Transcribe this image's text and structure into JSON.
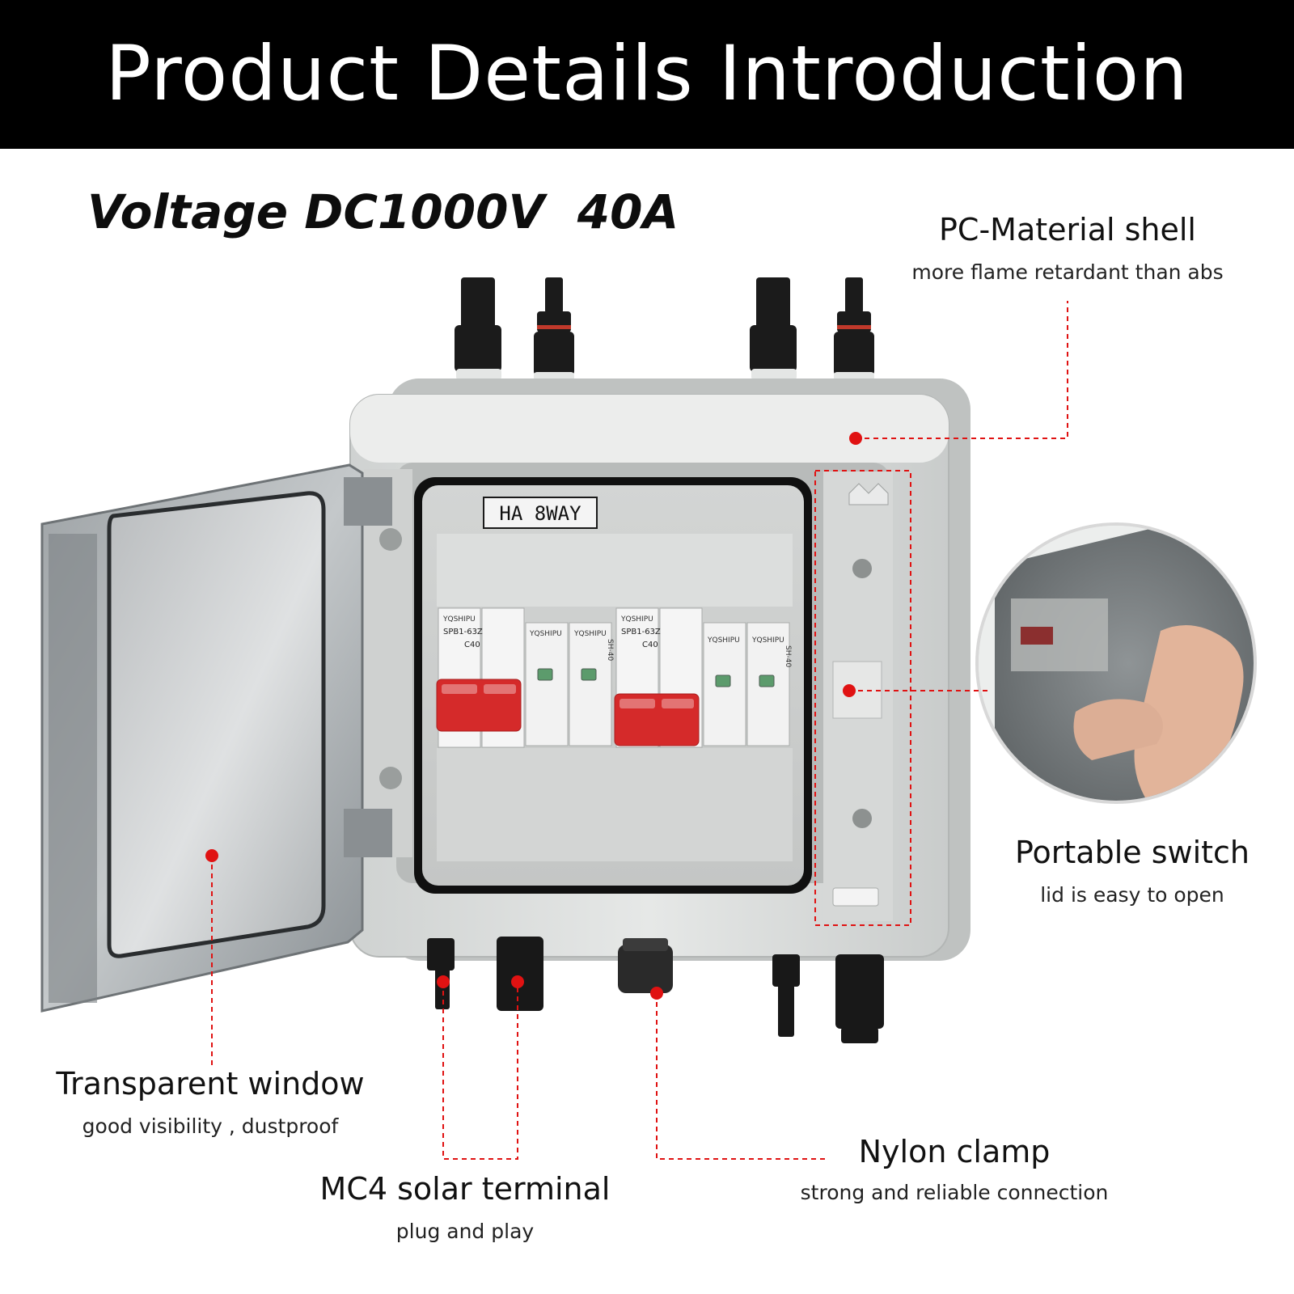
{
  "header": {
    "title": "Product Details Introduction"
  },
  "spec": {
    "voltage": "Voltage DC1000V  40A"
  },
  "panel": {
    "label": "HA 8WAY"
  },
  "devices": {
    "breaker_brand": "YQSHIPU",
    "breaker_model": "SPB1-63Z",
    "breaker_rating": "C40",
    "spd_model": "SH-40"
  },
  "features": [
    {
      "title": "PC-Material shell",
      "subtitle": "more flame retardant than abs"
    },
    {
      "title": "Portable switch",
      "subtitle": "lid is easy to open"
    },
    {
      "title": "Transparent window",
      "subtitle": "good visibility , dustproof"
    },
    {
      "title": "MC4 solar terminal",
      "subtitle": "plug and play"
    },
    {
      "title": "Nylon clamp",
      "subtitle": "strong and reliable connection"
    }
  ],
  "colors": {
    "header_bg": "#000000",
    "accent_red": "#e01212",
    "enclosure": "#dfe1e0",
    "breaker_red": "#d52a2a"
  }
}
